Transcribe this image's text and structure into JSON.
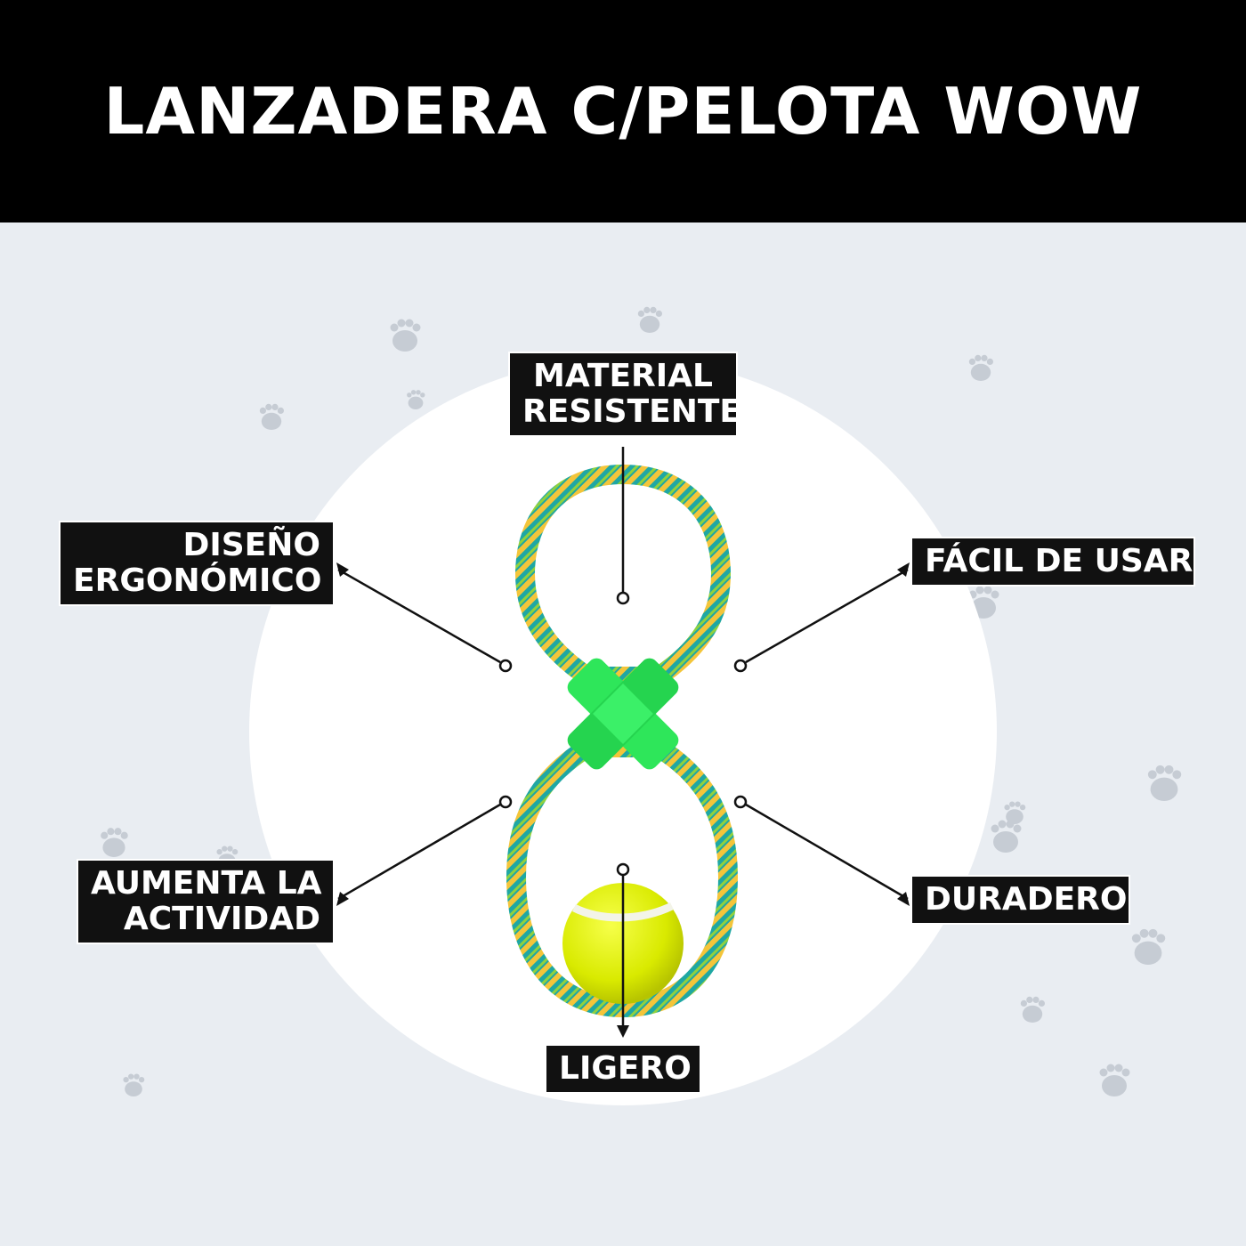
{
  "title": "LANZADERA C/PELOTA WOW",
  "features": {
    "material_line1": "MATERIAL",
    "material_line2": "RESISTENTE",
    "design_line1": "DISEÑO",
    "design_line2": "ERGONÓMICO",
    "easy": "FÁCIL DE USAR",
    "activity_line1": "AUMENTA LA",
    "activity_line2": "ACTIVIDAD",
    "durable": "DURADERO",
    "light": "LIGERO"
  },
  "colors": {
    "background": "#e9edf2",
    "header": "#000000",
    "label_bg": "#111111",
    "rope_teal": "#1fa7a3",
    "rope_yellow": "#f3c53a",
    "rope_green": "#8fd13f",
    "connector": "#2ee65a",
    "ball": "#e4f200"
  }
}
